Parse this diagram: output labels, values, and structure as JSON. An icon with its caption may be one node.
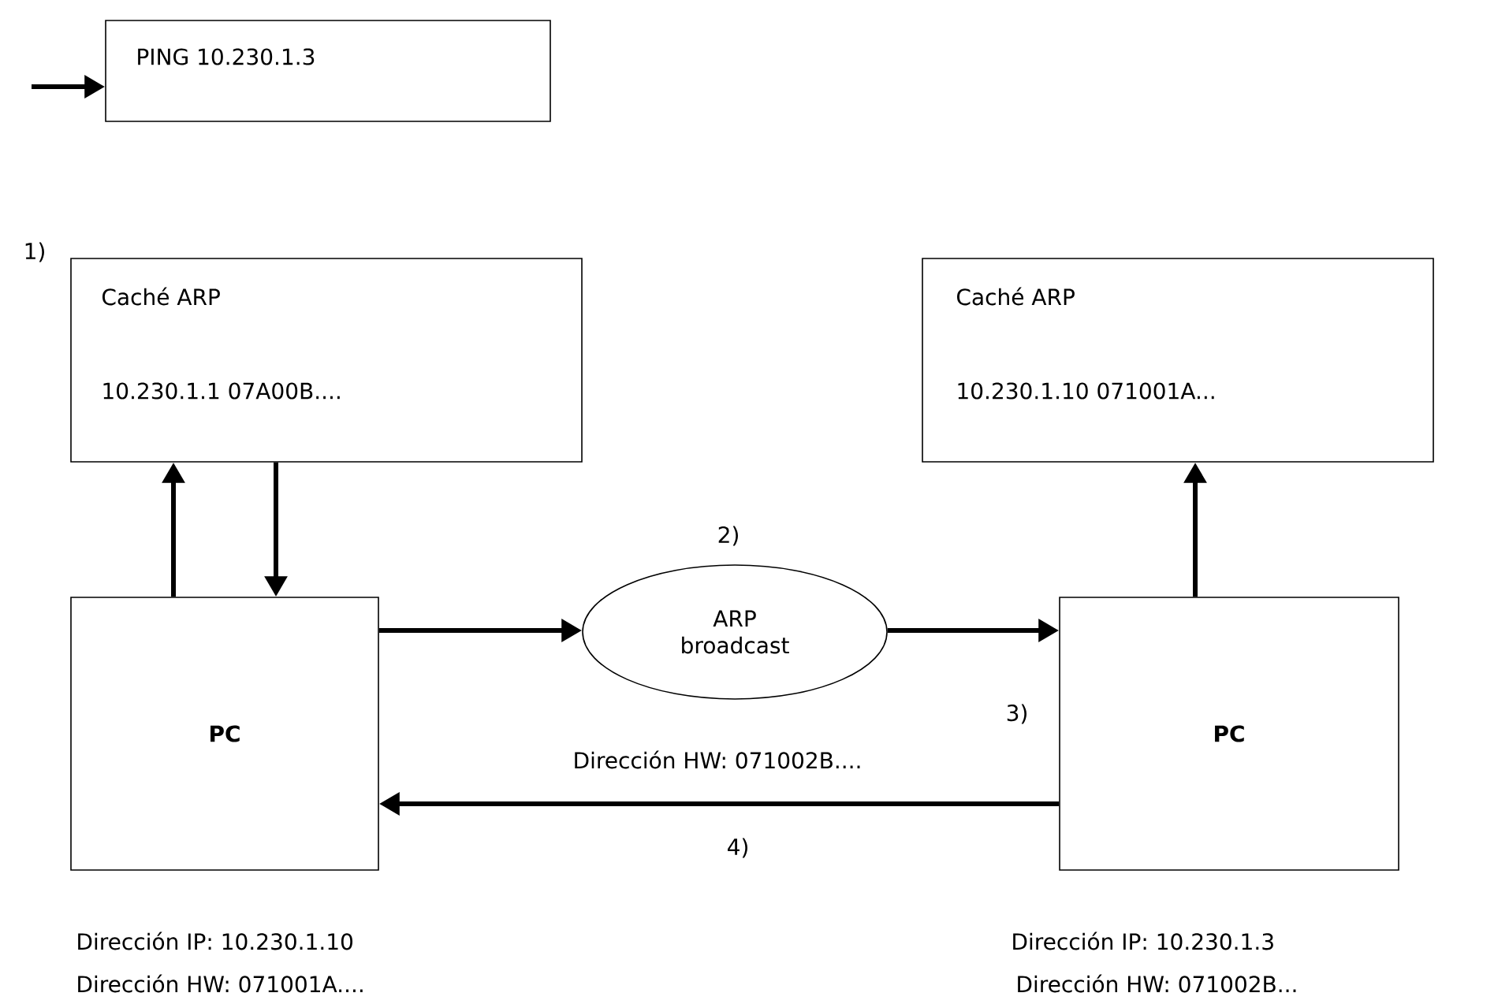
{
  "diagram": {
    "nodes": [
      {
        "text": [
          "PING 10.230.1.3"
        ]
      },
      {
        "text": [
          "Caché ARP",
          "10.230.1.1 07A00B...."
        ]
      },
      {
        "text": [
          "Caché ARP",
          "10.230.1.10 071001A..."
        ]
      },
      {
        "text": [
          "PC"
        ],
        "beside": [
          "Dirección IP: 10.230.1.10",
          "Dirección HW: 071001A...."
        ]
      },
      {
        "text": [
          "ARP broadcast"
        ]
      },
      {
        "text": [
          "PC"
        ],
        "beside": [
          "Dirección IP: 10.230.1.3",
          "Dirección HW: 071002B..."
        ]
      }
    ],
    "edges": [
      {
        "from": null,
        "to": 0,
        "arrow": "to"
      },
      {
        "from": 3,
        "to": 1,
        "arrow": "to"
      },
      {
        "from": 1,
        "to": 3,
        "arrow": "to"
      },
      {
        "from": 3,
        "to": 4,
        "arrow": "to"
      },
      {
        "from": 4,
        "to": 5,
        "arrow": "to"
      },
      {
        "from": 5,
        "to": 2,
        "arrow": "to"
      },
      {
        "from": 5,
        "to": 3,
        "arrow": "to",
        "label": "Dirección HW: 071002B...."
      }
    ],
    "labels": [
      "1)",
      "2)",
      "3)",
      "4)"
    ]
  }
}
